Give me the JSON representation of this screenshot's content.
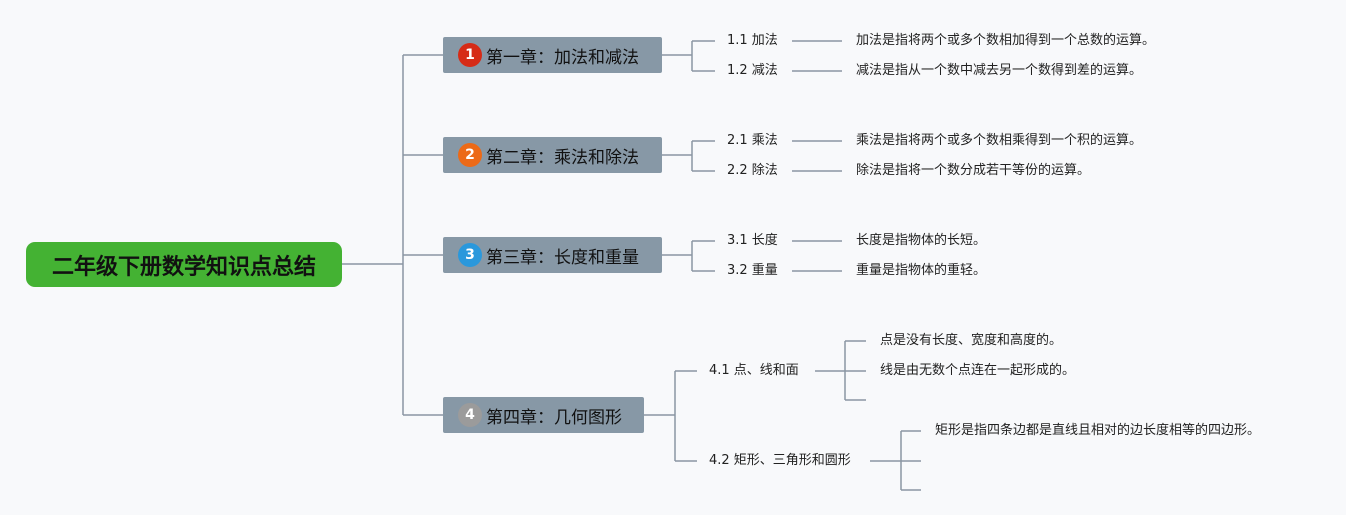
{
  "root": {
    "title": "二年级下册数学知识点总结"
  },
  "colors": {
    "root_bg": "#44b233",
    "chapter_bg": "#8798a6",
    "line": "#8a96a3",
    "badge1": "#d62b16",
    "badge2": "#ec6a17",
    "badge3": "#2a98dc",
    "badge4": "#9b9b9b"
  },
  "chapters": [
    {
      "badge": "1",
      "title": "第一章：加法和减法",
      "topics": [
        {
          "label": "1.1 加法",
          "notes": [
            "加法是指将两个或多个数相加得到一个总数的运算。"
          ]
        },
        {
          "label": "1.2 减法",
          "notes": [
            "减法是指从一个数中减去另一个数得到差的运算。"
          ]
        }
      ]
    },
    {
      "badge": "2",
      "title": "第二章：乘法和除法",
      "topics": [
        {
          "label": "2.1 乘法",
          "notes": [
            "乘法是指将两个或多个数相乘得到一个积的运算。"
          ]
        },
        {
          "label": "2.2 除法",
          "notes": [
            "除法是指将一个数分成若干等份的运算。"
          ]
        }
      ]
    },
    {
      "badge": "3",
      "title": "第三章：长度和重量",
      "topics": [
        {
          "label": "3.1 长度",
          "notes": [
            "长度是指物体的长短。"
          ]
        },
        {
          "label": "3.2 重量",
          "notes": [
            "重量是指物体的重轻。"
          ]
        }
      ]
    },
    {
      "badge": "4",
      "title": "第四章：几何图形",
      "topics": [
        {
          "label": "4.1 点、线和面",
          "notes": [
            "点是没有长度、宽度和高度的。",
            "线是由无数个点连在一起形成的。",
            ""
          ]
        },
        {
          "label": "4.2 矩形、三角形和圆形",
          "notes": [
            "矩形是指四条边都是直线且相对的边长度相等的四边形。",
            "",
            ""
          ]
        }
      ]
    }
  ]
}
